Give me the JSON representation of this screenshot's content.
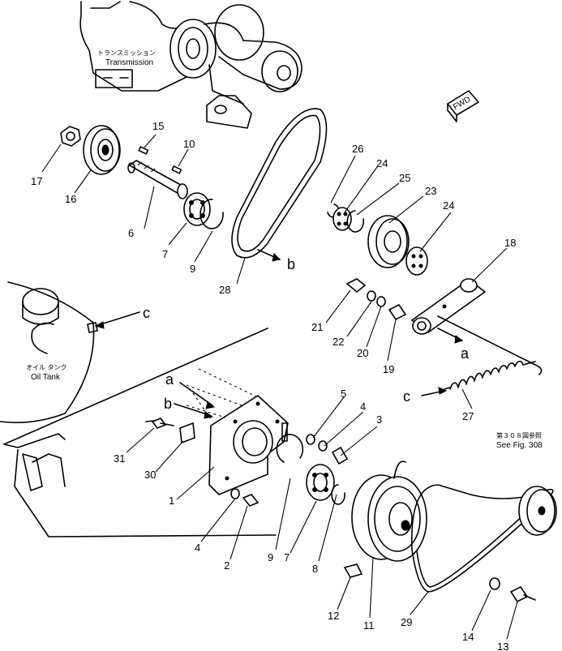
{
  "labels": {
    "transmission_jp": "トランスミッション",
    "transmission": "Transmission",
    "oil_tank_jp": "オイル タンク",
    "oil_tank": "Oil Tank",
    "see_fig_jp": "第３０８図参照",
    "see_fig": "See Fig. 308",
    "fwd": "FWD"
  },
  "callouts": [
    "1",
    "2",
    "3",
    "4",
    "4",
    "5",
    "6",
    "7",
    "7",
    "8",
    "9",
    "9",
    "10",
    "11",
    "12",
    "13",
    "14",
    "15",
    "16",
    "17",
    "18",
    "19",
    "20",
    "21",
    "22",
    "23",
    "24",
    "24",
    "25",
    "26",
    "27",
    "28",
    "29",
    "30",
    "31"
  ],
  "flow_letters": [
    "a",
    "a",
    "b",
    "b",
    "c",
    "c"
  ]
}
